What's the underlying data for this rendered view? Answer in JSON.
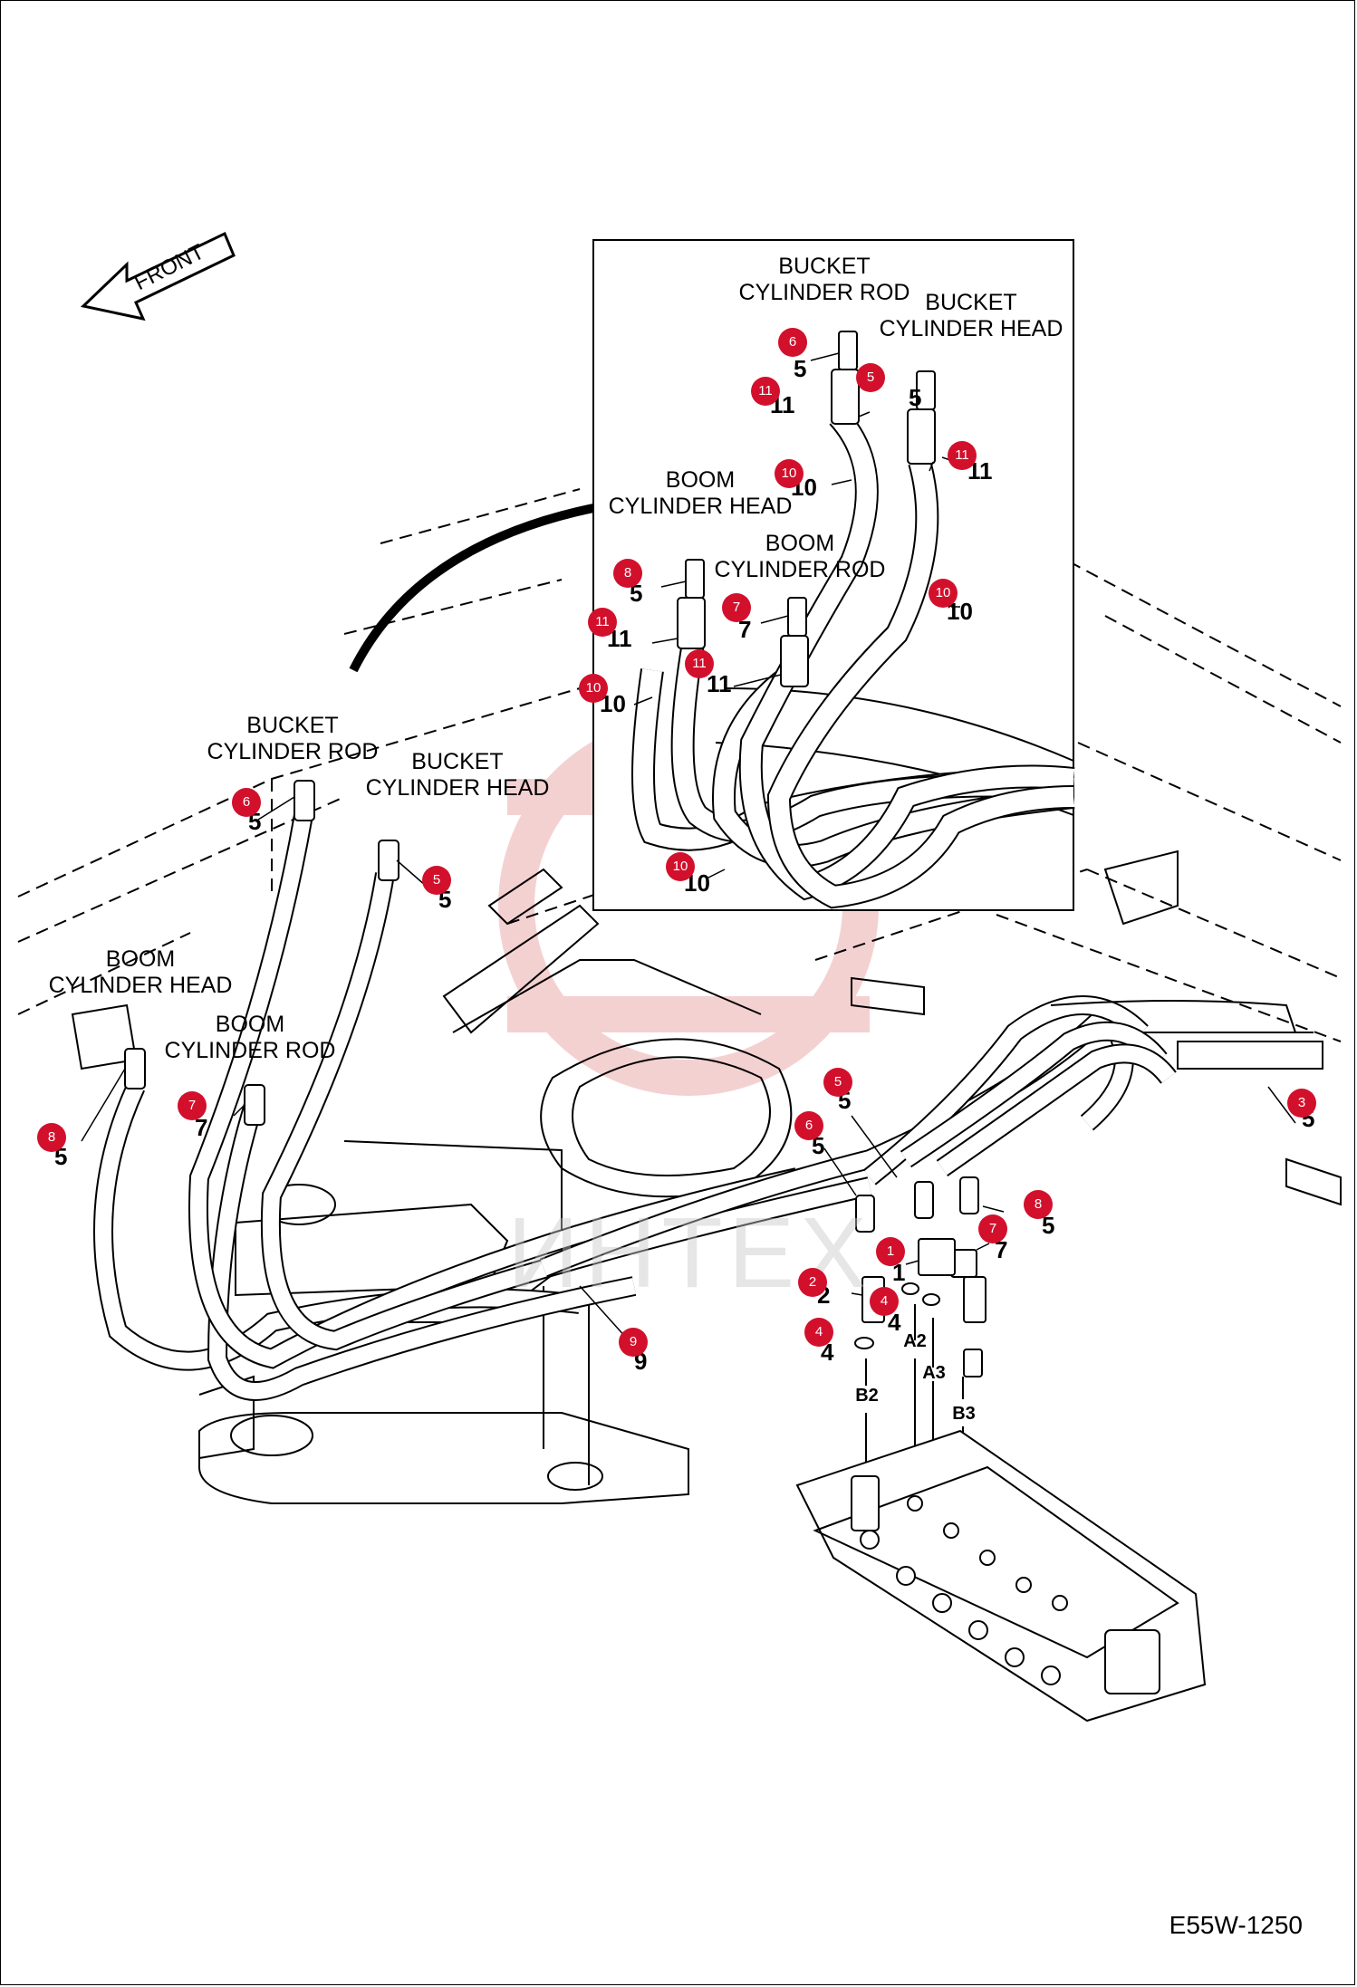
{
  "drawing_code": "E55W-1250",
  "orientation_label": "FRONT",
  "watermark_text": "ИНТЕХ",
  "badge_color": "#d2102c",
  "main_labels": {
    "bucket_rod": "BUCKET\nCYLINDER ROD",
    "bucket_head": "BUCKET\nCYLINDER HEAD",
    "boom_head": "BOOM\nCYLINDER HEAD",
    "boom_rod": "BOOM\nCYLINDER ROD"
  },
  "inset_labels": {
    "bucket_rod": "BUCKET\nCYLINDER ROD",
    "bucket_head": "BUCKET\nCYLINDER HEAD",
    "boom_head": "BOOM\nCYLINDER HEAD",
    "boom_rod": "BOOM\nCYLINDER ROD"
  },
  "ports": [
    "A2",
    "A3",
    "B2",
    "B3"
  ],
  "badges": [
    "6",
    "5",
    "11",
    "11",
    "10",
    "8",
    "11",
    "7",
    "11",
    "10",
    "10",
    "10",
    "6",
    "5",
    "8",
    "7",
    "5",
    "6",
    "3",
    "8",
    "7",
    "1",
    "2",
    "4",
    "4",
    "9"
  ],
  "part_numbers": [
    "5",
    "5",
    "11",
    "11",
    "10",
    "5",
    "7",
    "11",
    "11",
    "10",
    "10",
    "10",
    "5",
    "5",
    "5",
    "7",
    "5",
    "5",
    "5",
    "5",
    "7",
    "1",
    "2",
    "4",
    "4",
    "9"
  ]
}
